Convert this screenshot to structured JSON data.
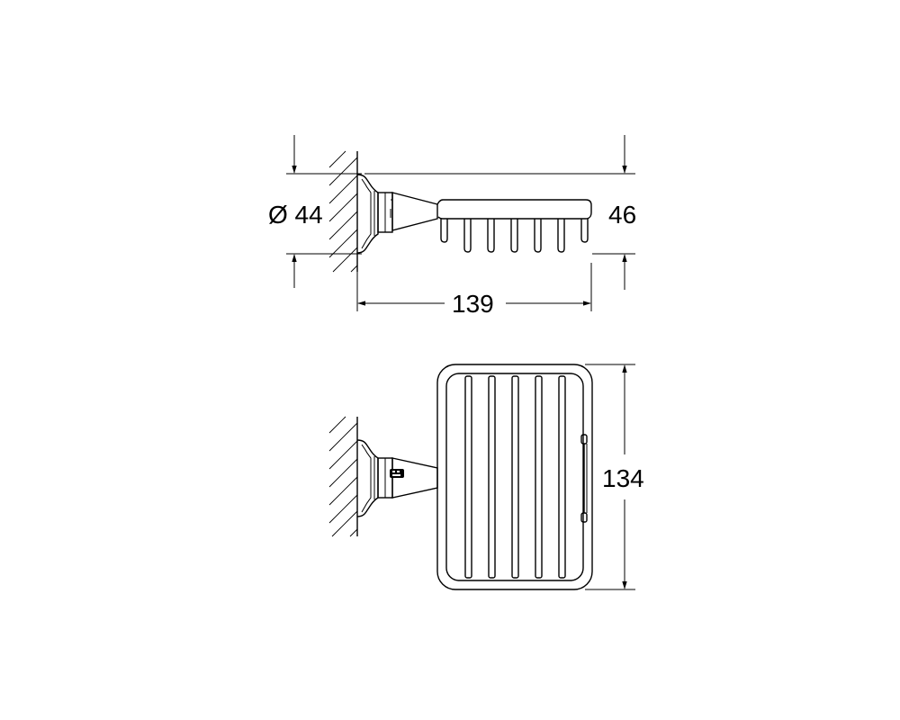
{
  "colors": {
    "line": "#000000",
    "background": "#ffffff"
  },
  "dimensions": {
    "flange_diameter": "Ø 44",
    "height": "46",
    "projection": "139",
    "depth": "134"
  },
  "views": [
    "side-view",
    "top-view"
  ]
}
